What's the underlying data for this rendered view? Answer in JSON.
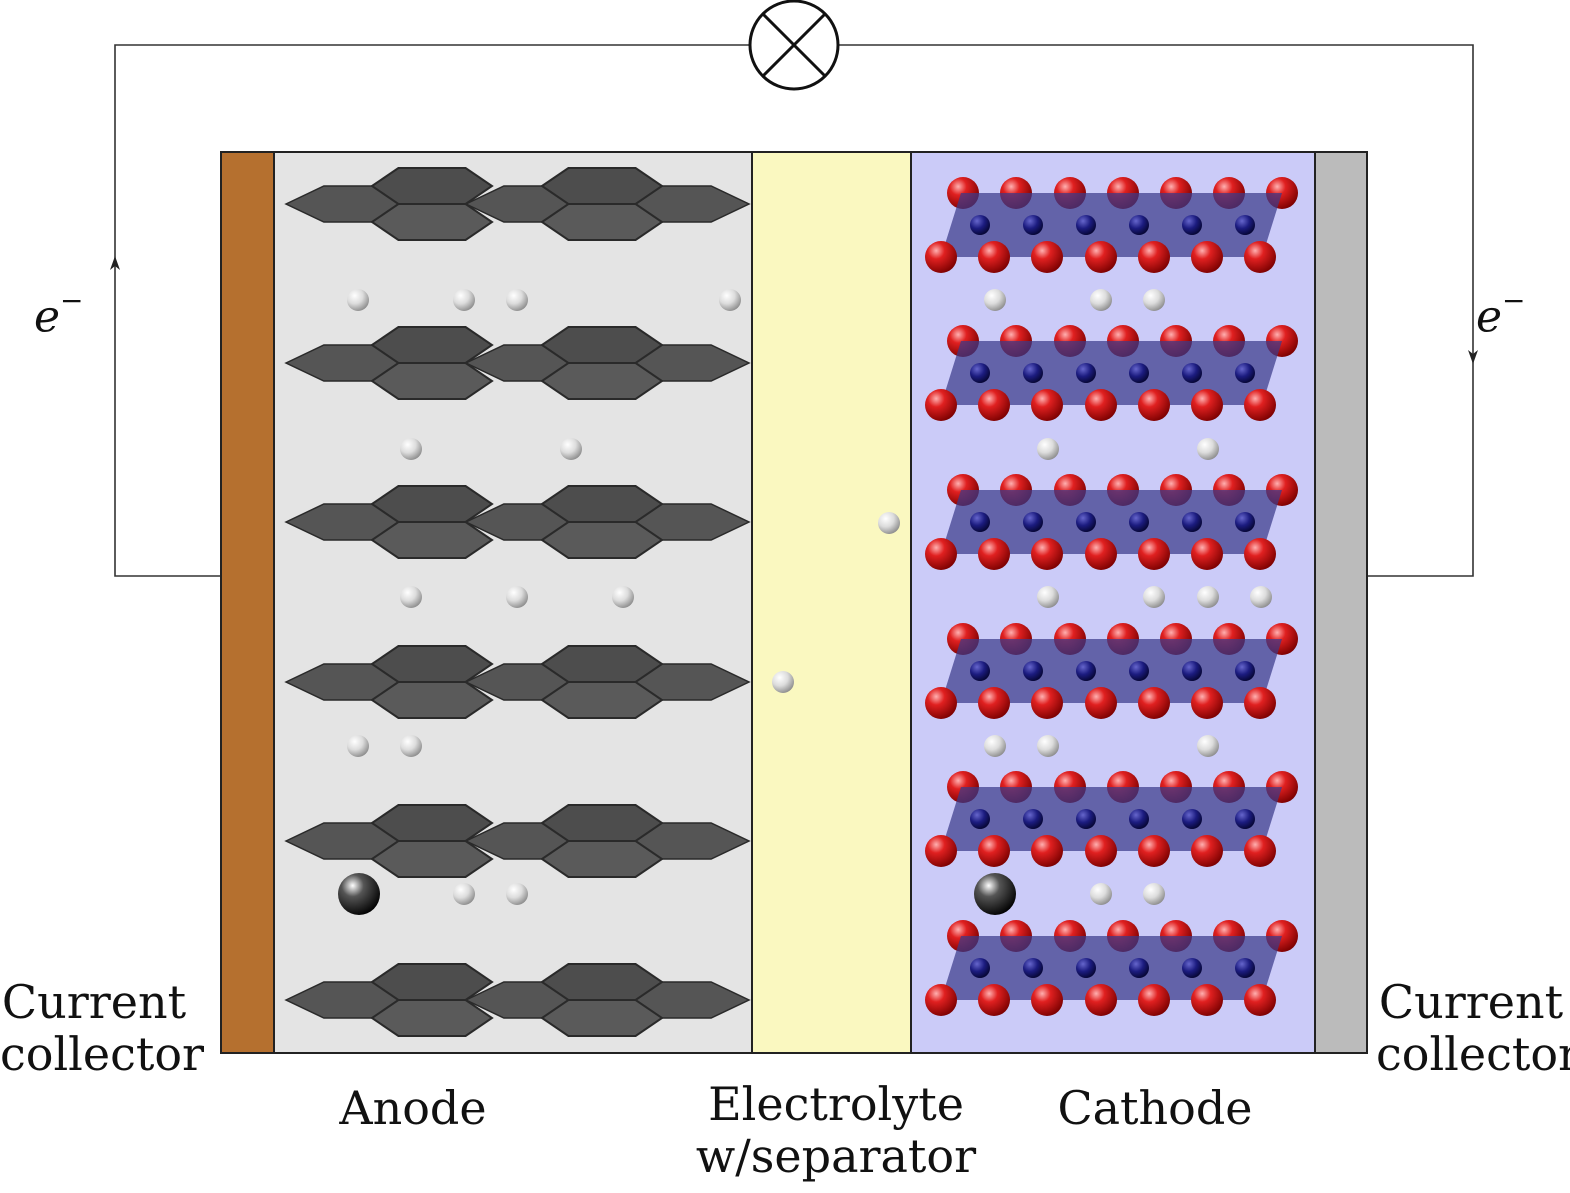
{
  "labels": {
    "left_collector_line1": "Current",
    "left_collector_line2": "collector",
    "right_collector_line1": "Current",
    "right_collector_line2": "collector",
    "anode": "Anode",
    "electrolyte_line1": "Electrolyte",
    "electrolyte_line2": "w/separator",
    "cathode": "Cathode",
    "electron_left": "e",
    "electron_right": "e",
    "electron_charge": "−"
  },
  "colors": {
    "copper_collector": "#b5702f",
    "aluminum_collector": "#bbbbbb",
    "anode_bg": "#e4e4e4",
    "electrolyte_bg": "#faf8c0",
    "cathode_bg": "#cbcbf8",
    "graphene": "#555555",
    "graphene_edge": "#2a2a2a",
    "oxygen": "#d01818",
    "metal": "#1a1a6e",
    "slab": "#3a3a8a",
    "lithium": "#e8e8e8",
    "wire": "#333333"
  },
  "icons": {
    "load": "lamp-cross-icon",
    "particle": "lithium-ion-icon",
    "large_particle": "large-ion-icon"
  }
}
